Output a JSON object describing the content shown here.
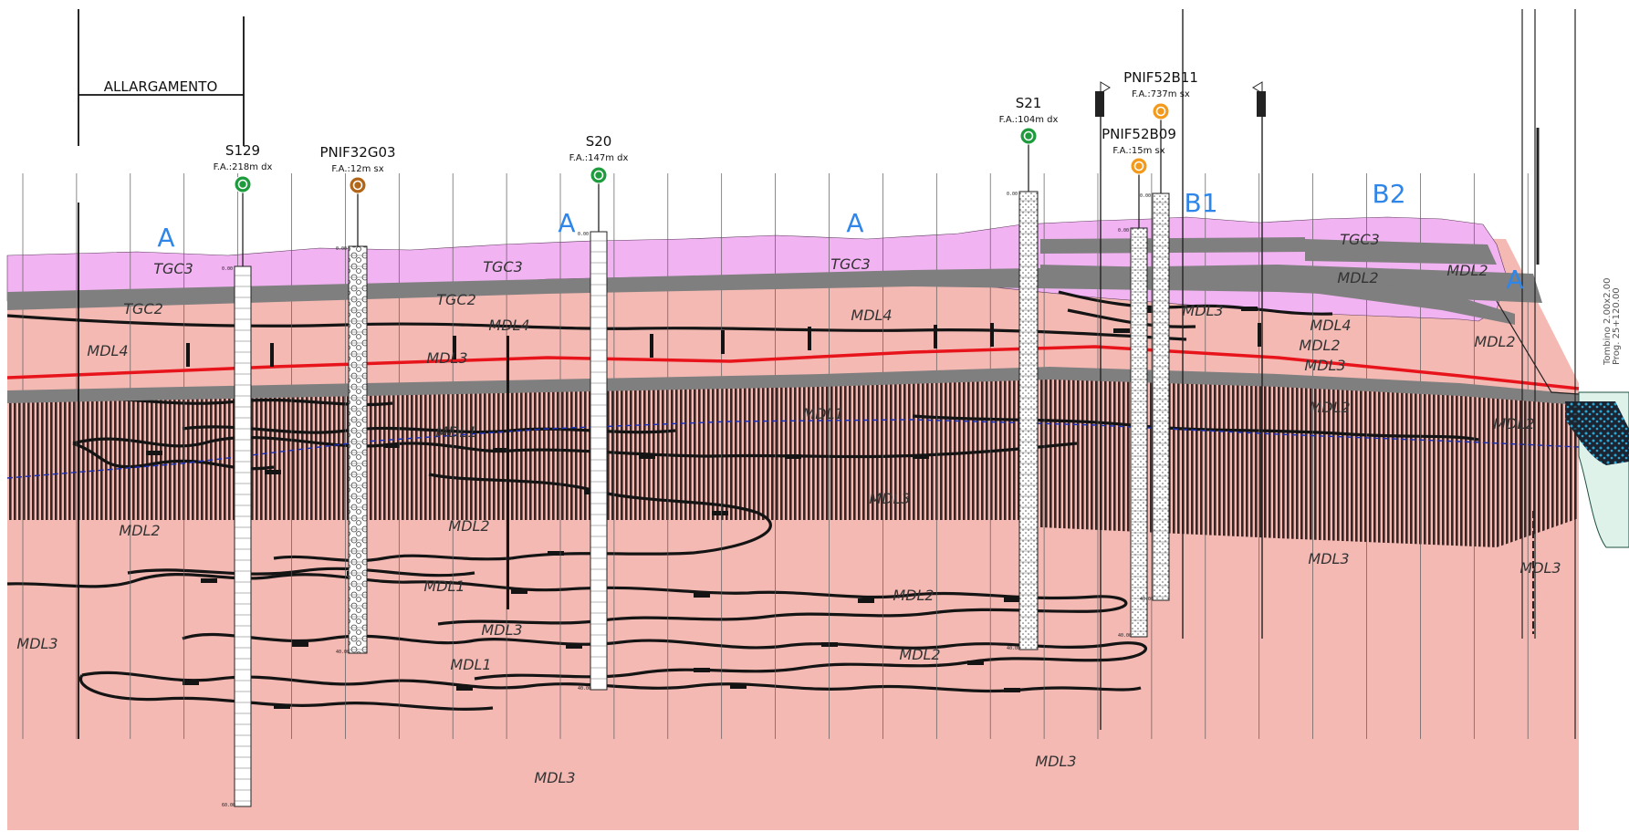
{
  "colors": {
    "background": "#ffffff",
    "mdl_layer": "#f4b9b3",
    "tgc_layer": "#f2b3f2",
    "hatch_band": "#3a2522",
    "grey_band": "#808080",
    "red_line": "#e8141c",
    "water_line": "#1c2fb8",
    "zone_label": "#2f86e8",
    "marker_green": "#1e9b3c",
    "marker_brown": "#b2661a",
    "marker_orange": "#f39a1c",
    "river_fill": "#dff2ea",
    "river_dots": "#2aa7d4"
  },
  "title_box": {
    "label": "ALLARGAMENTO"
  },
  "zone_labels": [
    {
      "id": "zone-a-1",
      "text": "A"
    },
    {
      "id": "zone-a-2",
      "text": "A"
    },
    {
      "id": "zone-a-3",
      "text": "A"
    },
    {
      "id": "zone-b1",
      "text": "B1"
    },
    {
      "id": "zone-b2",
      "text": "B2"
    },
    {
      "id": "zone-a-4",
      "text": "A"
    }
  ],
  "boreholes": [
    {
      "id": "S129",
      "name": "S129",
      "fa": "F.A.:218m  dx",
      "marker": "green",
      "top_value": "0.00",
      "bottom_value": "60.00"
    },
    {
      "id": "PNIF32G03",
      "name": "PNIF32G03",
      "fa": "F.A.:12m  sx",
      "marker": "brown",
      "top_value": "0.00",
      "bottom_value": "40.00"
    },
    {
      "id": "S20",
      "name": "S20",
      "fa": "F.A.:147m  dx",
      "marker": "green",
      "top_value": "0.00",
      "bottom_value": "40.00"
    },
    {
      "id": "S21",
      "name": "S21",
      "fa": "F.A.:104m  dx",
      "marker": "green",
      "top_value": "0.00",
      "bottom_value": "40.00"
    },
    {
      "id": "PNIF52B09",
      "name": "PNIF52B09",
      "fa": "F.A.:15m  sx",
      "marker": "orange",
      "top_value": "0.00",
      "bottom_value": "40.00"
    },
    {
      "id": "PNIF52B11",
      "name": "PNIF52B11",
      "fa": "F.A.:737m  sx",
      "marker": "orange",
      "top_value": "0.00",
      "bottom_value": "40.00"
    }
  ],
  "unit_labels": [
    {
      "id": "tgc3-1",
      "text": "TGC3"
    },
    {
      "id": "tgc3-2",
      "text": "TGC3"
    },
    {
      "id": "tgc3-3",
      "text": "TGC3"
    },
    {
      "id": "tgc3-4",
      "text": "TGC3"
    },
    {
      "id": "tgc2-1",
      "text": "TGC2"
    },
    {
      "id": "tgc2-2",
      "text": "TGC2"
    },
    {
      "id": "mdl4-1",
      "text": "MDL4"
    },
    {
      "id": "mdl4-2",
      "text": "MDL4"
    },
    {
      "id": "mdl4-3",
      "text": "MDL4"
    },
    {
      "id": "mdl4-4",
      "text": "MDL4"
    },
    {
      "id": "mdl3-1",
      "text": "MDL3"
    },
    {
      "id": "mdl3-2",
      "text": "MDL3"
    },
    {
      "id": "mdl3-3",
      "text": "MDL3"
    },
    {
      "id": "mdl3-4",
      "text": "MDL3"
    },
    {
      "id": "mdl3-5",
      "text": "MDL3"
    },
    {
      "id": "mdl3-6",
      "text": "MDL3"
    },
    {
      "id": "mdl3-7",
      "text": "MDL3"
    },
    {
      "id": "mdl3-8",
      "text": "MDL3"
    },
    {
      "id": "mdl3-9",
      "text": "MDL3"
    },
    {
      "id": "mdl3-10",
      "text": "MDL3"
    },
    {
      "id": "mdl2-1",
      "text": "MDL2"
    },
    {
      "id": "mdl2-2",
      "text": "MDL2"
    },
    {
      "id": "mdl2-3",
      "text": "MDL2"
    },
    {
      "id": "mdl2-4",
      "text": "MDL2"
    },
    {
      "id": "mdl2-5",
      "text": "MDL2"
    },
    {
      "id": "mdl2-6",
      "text": "MDL2"
    },
    {
      "id": "mdl2-7",
      "text": "MDL2"
    },
    {
      "id": "mdl2-8",
      "text": "MDL2"
    },
    {
      "id": "mdl2-9",
      "text": "MDL2"
    },
    {
      "id": "mdl2-10",
      "text": "MDL2"
    },
    {
      "id": "mdl2-11",
      "text": "MDL2"
    },
    {
      "id": "mdl1-1",
      "text": "MDL1"
    },
    {
      "id": "mdl1-2",
      "text": "MDL1"
    },
    {
      "id": "mdl1-3",
      "text": "MDL1"
    },
    {
      "id": "mdl1-4",
      "text": "MDL1"
    }
  ],
  "side_note": {
    "line1": "Tombino 2.00x2.00",
    "line2": "Prog. 25+120.00"
  }
}
